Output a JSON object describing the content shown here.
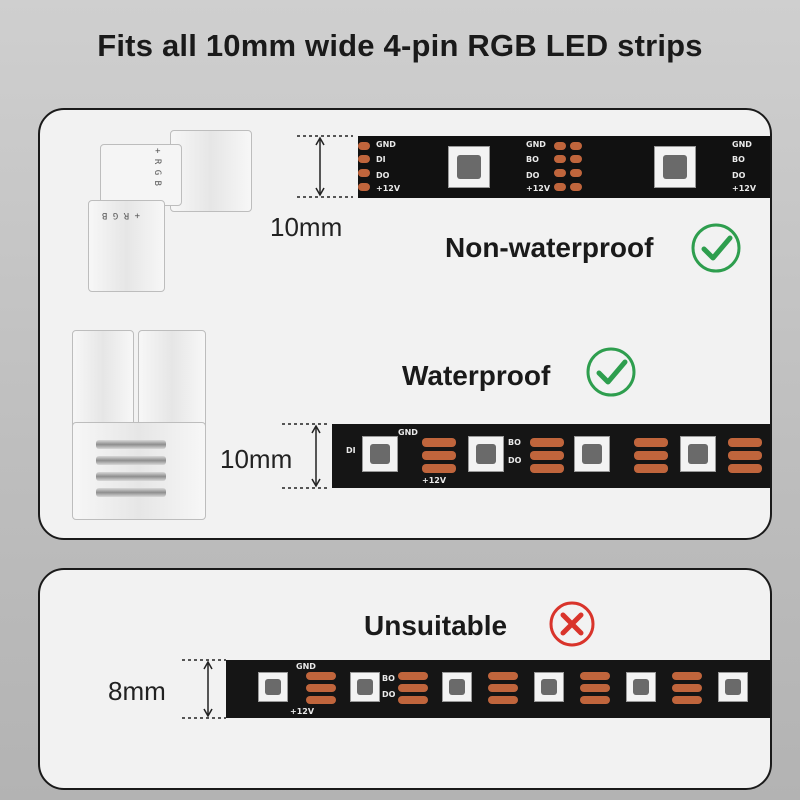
{
  "headline": "Fits all 10mm wide 4-pin RGB LED strips",
  "section_top": {
    "non_waterproof": {
      "label": "Non-waterproof",
      "width_label": "10mm",
      "status_icon": "check-icon"
    },
    "waterproof": {
      "label": "Waterproof",
      "width_label": "10mm",
      "status_icon": "check-icon"
    },
    "connector_markings": "+ R G B"
  },
  "section_bottom": {
    "label": "Unsuitable",
    "width_label": "8mm",
    "status_icon": "cross-icon"
  },
  "strip_pins": {
    "gnd": "GND",
    "di": "DI",
    "bo": "BO",
    "do": "DO",
    "v12": "+12V"
  },
  "colors": {
    "ok": "#2e9e4e",
    "bad": "#d9342b",
    "strip": "#111111",
    "pad": "#c0653c"
  }
}
